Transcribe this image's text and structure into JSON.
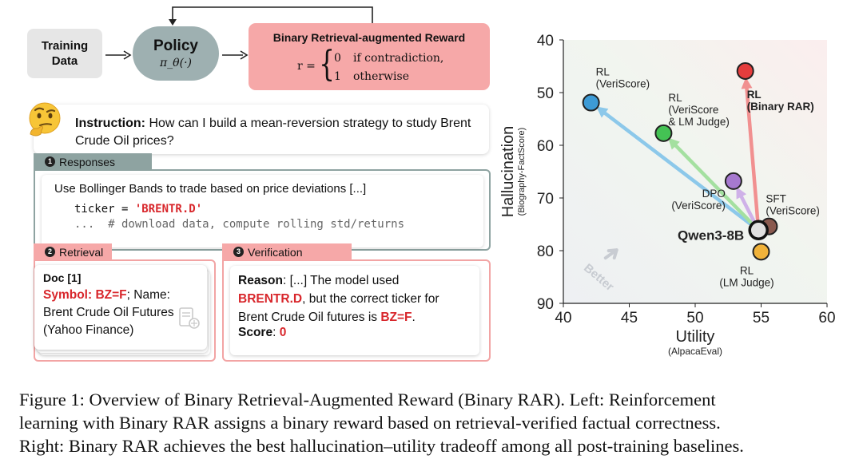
{
  "figure": {
    "training_data": "Training\nData",
    "training_line1": "Training",
    "training_line2": "Data",
    "policy_title": "Policy",
    "policy_symbol": "π_θ(·)",
    "reward_title": "Binary Retrieval-augmented Reward",
    "reward_lhs": "r =",
    "reward_case1_value": "0",
    "reward_case1_cond": "if contradiction,",
    "reward_case2_value": "1",
    "reward_case2_cond": "otherwise",
    "instruction_label": "Instruction:",
    "instruction_text": "How can I build a mean-reversion strategy to study Brent Crude Oil prices?",
    "responses_num": "1",
    "responses_tab": "Responses",
    "response_text": "Use Bollinger Bands to trade based on price deviations [...]",
    "code_line1_prefix": "ticker = ",
    "code_line1_value": "'BRENTR.D'",
    "code_line2": "...  # download data, compute rolling std/returns",
    "retrieval_num": "2",
    "retrieval_tab": "Retrieval",
    "doc_title": "Doc [1]",
    "doc_symbol": "Symbol: BZ=F",
    "doc_name_rest": ";  Name:",
    "doc_line3": "Brent Crude Oil Futures",
    "doc_line4": "(Yahoo Finance)",
    "verification_num": "3",
    "verification_tab": "Verification",
    "reason_label": "Reason",
    "reason_l1_rest": ": [...] The model used",
    "reason_l2_ticker": "BRENTR.D",
    "reason_l2_rest": ", but the correct ticker for",
    "reason_l3_pre": "Brent Crude Oil futures is ",
    "reason_l3_ticker": "BZ=F",
    "reason_l3_post": ".",
    "score_label": "Score",
    "score_sep": ": ",
    "score_value": "0"
  },
  "caption": {
    "line1": "Figure 1: Overview of Binary Retrieval-Augmented Reward (Binary RAR). Left: Reinforcement",
    "line2": "learning with Binary RAR assigns a binary reward based on retrieval-verified factual correctness.",
    "line3": "Right: Binary RAR achieves the best hallucination–utility tradeoff among all post-training baselines."
  },
  "chart_data": {
    "type": "scatter",
    "xlabel": "Utility",
    "xlabel_sub": "(AlpacaEval)",
    "ylabel": "Hallucination",
    "ylabel_sub": "(Biography-FactScore)",
    "xlim": [
      40,
      60
    ],
    "ylim": [
      40,
      90
    ],
    "y_inverted": true,
    "xticks": [
      40,
      45,
      50,
      55,
      60
    ],
    "yticks": [
      40,
      50,
      60,
      70,
      80,
      90
    ],
    "annotation": "Better",
    "origin": {
      "name": "Qwen3-8B",
      "x": 54.8,
      "y": 76.1,
      "color": "#e0e0e0"
    },
    "points": [
      {
        "lines": [
          "RL",
          "(VeriScore)"
        ],
        "x": 42.1,
        "y": 51.9,
        "color": "#3d9bd6",
        "arrow": "#8cc8ea"
      },
      {
        "lines": [
          "RL",
          "(VeriScore",
          "& LM Judge)"
        ],
        "x": 47.6,
        "y": 57.7,
        "color": "#44c254",
        "arrow": "#a4e0a0"
      },
      {
        "lines": [
          "RL",
          "(Binary RAR)"
        ],
        "x": 53.8,
        "y": 45.9,
        "color": "#e53d3d",
        "arrow": "#f19090",
        "bold": true
      },
      {
        "lines": [
          "DPO",
          "(VeriScore)"
        ],
        "x": 52.9,
        "y": 66.8,
        "color": "#a679cf",
        "arrow": "#cfb1e8"
      },
      {
        "lines": [
          "SFT",
          "(VeriScore)"
        ],
        "x": 55.6,
        "y": 75.4,
        "color": "#8a5a4f"
      },
      {
        "lines": [
          "RL",
          "(LM Judge)"
        ],
        "x": 55.0,
        "y": 80.2,
        "color": "#f0b23a"
      }
    ]
  }
}
